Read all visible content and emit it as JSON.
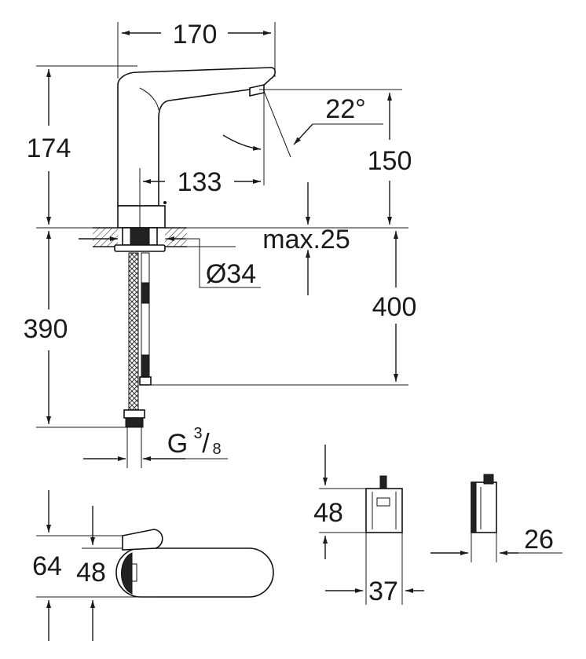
{
  "dimensions": {
    "width_170": "170",
    "height_174": "174",
    "angle_22": "22°",
    "height_150": "150",
    "reach_133": "133",
    "max_25": "max.25",
    "dia_34": "Ø34",
    "length_390": "390",
    "length_400": "400",
    "thread_g": "G",
    "thread_num": "3",
    "thread_den": "8",
    "top_64": "64",
    "top_48": "48",
    "box_48": "48",
    "box_37": "37",
    "box_26": "26"
  }
}
